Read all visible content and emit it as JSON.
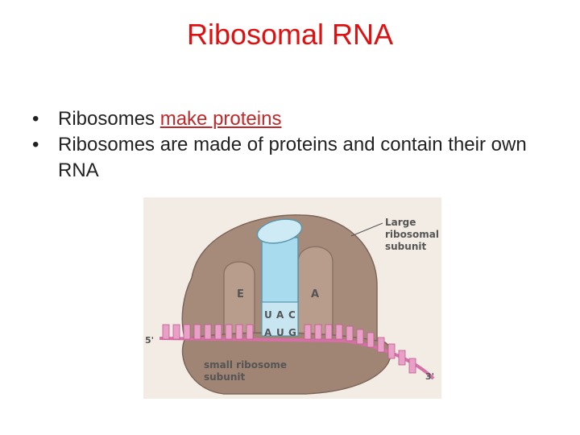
{
  "slide": {
    "title": "Ribosomal RNA",
    "bullets": [
      {
        "before": "Ribosomes ",
        "emphasis": "make proteins",
        "after": ""
      },
      {
        "before": "Ribosomes are made of proteins and contain their own RNA",
        "emphasis": "",
        "after": ""
      }
    ],
    "bullet_symbol": "•"
  },
  "figure": {
    "large_subunit_label": [
      "Large",
      "ribosomal",
      "subunit"
    ],
    "small_subunit_label": [
      "small ribosome",
      "subunit"
    ],
    "site_e": "E",
    "site_a": "A",
    "anticodon": [
      "U",
      "A",
      "C"
    ],
    "codon": [
      "A",
      "U",
      "G"
    ],
    "five_prime": "5'",
    "three_prime": "3'"
  },
  "colors": {
    "title": "#e01010",
    "ribosome": "#a68b7b",
    "mrna": "#e9a0c6",
    "trna": "#a8dbee",
    "background_panel": "#f3ece4"
  }
}
